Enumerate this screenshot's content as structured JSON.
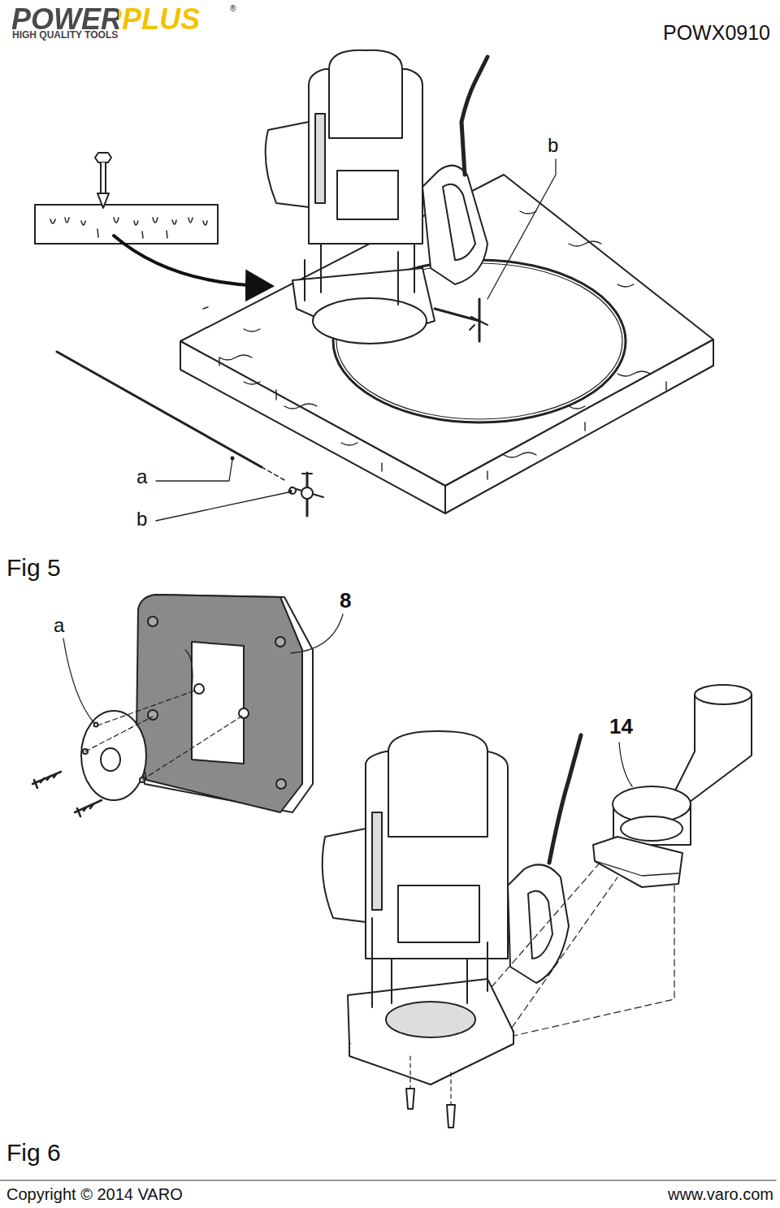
{
  "diagram": {
    "labels": [
      "POWERPLUS",
      "®",
      "HIGH QUALITY TOOLS",
      "POWX0910",
      "b",
      "a",
      "b",
      "Fig 5",
      "a",
      "8",
      "14",
      "Fig 6",
      "Copyright © 2014 VARO",
      "www.varo.com"
    ]
  }
}
